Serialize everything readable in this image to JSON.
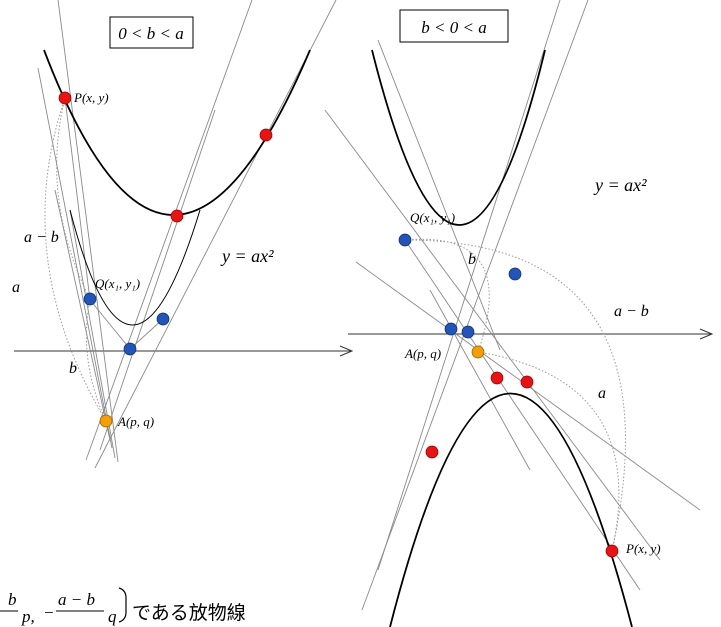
{
  "panels": [
    {
      "condition": "0 < b < a",
      "curve_label": "y = ax²",
      "P_label": "P(x, y)",
      "Q_label": "Q(x₁, y₁)",
      "A_label": "A(p, q)",
      "arc_a": "a",
      "arc_a_minus_b": "a − b",
      "arc_b": "b"
    },
    {
      "condition": "b < 0 < a",
      "curve_label": "y = ax²",
      "P_label": "P(x, y)",
      "Q_label": "Q(x₁, y₁)",
      "A_label": "A(p, q)",
      "arc_a": "a",
      "arc_a_minus_b": "a − b",
      "arc_b": "b"
    }
  ],
  "caption": {
    "fraction_top": "b",
    "fraction_top_2": "a − b",
    "p": "p,",
    "q": "q",
    "text": "である放物線"
  },
  "colors": {
    "red_point": "#ee1111",
    "blue_point": "#2255bb",
    "orange_point": "#f5a000",
    "lines": "#888888",
    "curve": "#000000"
  }
}
